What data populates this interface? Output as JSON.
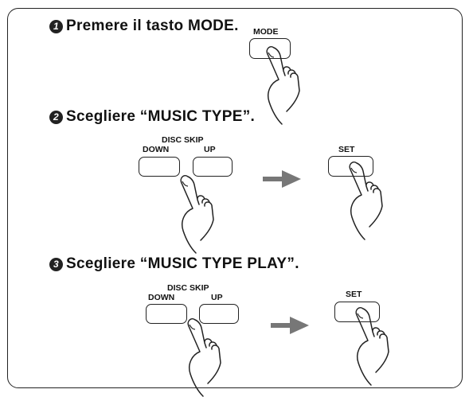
{
  "steps": [
    {
      "number": "1",
      "title": "Premere il tasto MODE.",
      "buttons": [
        "MODE"
      ]
    },
    {
      "number": "2",
      "title": "Scegliere “MUSIC TYPE”.",
      "group_label": "DISC SKIP",
      "buttons": [
        "DOWN",
        "UP",
        "SET"
      ]
    },
    {
      "number": "3",
      "title": "Scegliere “MUSIC TYPE PLAY”.",
      "group_label": "DISC SKIP",
      "buttons": [
        "DOWN",
        "UP",
        "SET"
      ]
    }
  ],
  "icons": {
    "hand": "pointing-hand-icon",
    "arrow": "right-arrow-icon"
  }
}
